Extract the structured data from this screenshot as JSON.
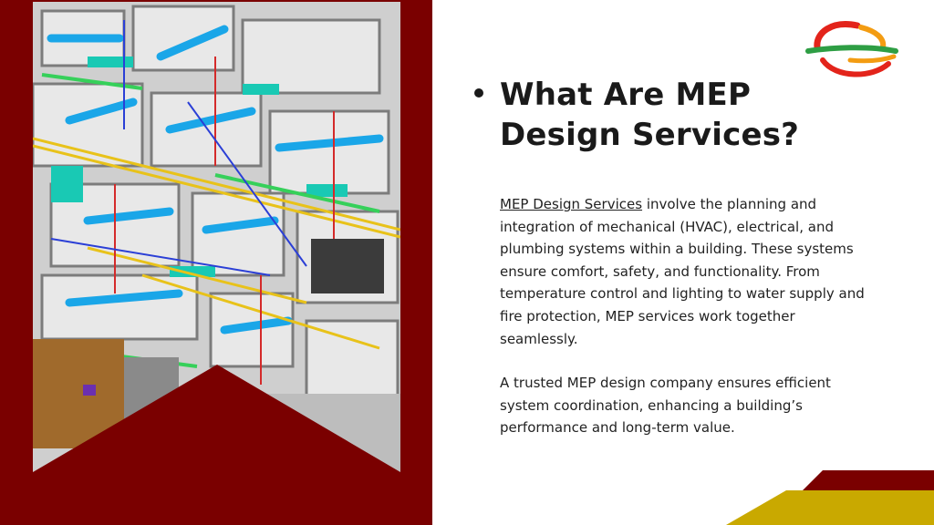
{
  "slide": {
    "title_line1": "What Are MEP",
    "title_line2": "Design Services?",
    "paragraph1": {
      "link_text": "MEP Design Services",
      "rest": " involve the planning and integration of mechanical (HVAC), electrical, and plumbing systems within a building. These systems ensure comfort, safety, and functionality. From temperature control and lighting to water supply and fire protection, MEP services work together seamlessly."
    },
    "paragraph2": "A trusted MEP design company ensures efficient system coordination, enhancing a building’s performance and long-term value."
  },
  "colors": {
    "panel": "#7a0000",
    "accent_gold": "#c9a900",
    "logo_red": "#e3241b",
    "logo_orange": "#f39c12",
    "logo_green": "#2e9e44"
  },
  "icons": {
    "logo": "company-logo-icon",
    "bullet": "bullet-dot-icon"
  }
}
